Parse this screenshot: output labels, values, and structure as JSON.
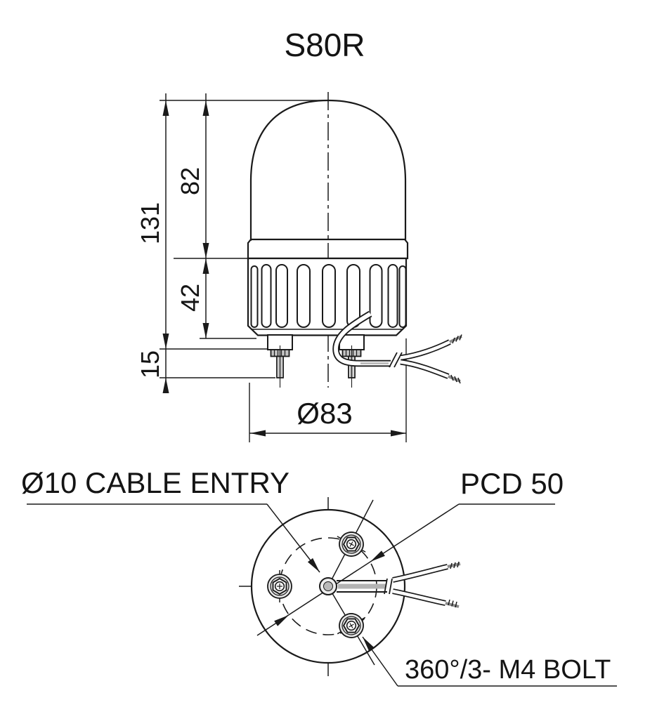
{
  "title": "S80R",
  "front_view": {
    "name": "beacon front elevation",
    "dimensions": {
      "total_height": "131",
      "dome_height": "82",
      "body_height": "42",
      "stud_length": "15",
      "diameter": "Ø83"
    }
  },
  "bottom_view": {
    "name": "beacon bottom view",
    "labels": {
      "cable_entry": "Ø10 CABLE ENTRY",
      "pitch_circle": "PCD 50",
      "bolt_spec": "360°/3- M4 BOLT"
    }
  },
  "colors": {
    "line": "#1a1a1a",
    "background": "#ffffff",
    "shade": "#c9c9c9"
  }
}
